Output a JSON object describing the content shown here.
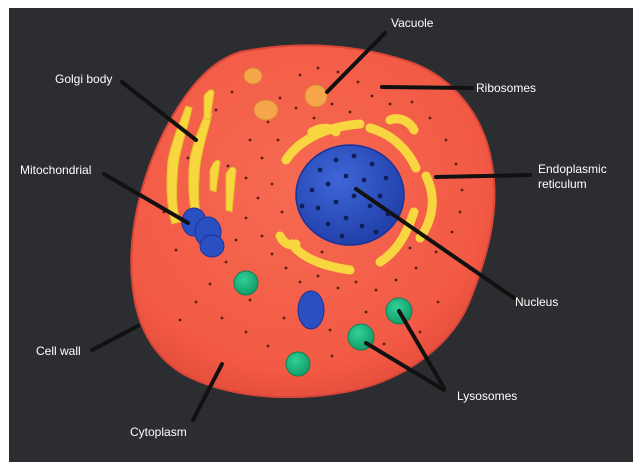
{
  "labels": {
    "vacuole": "Vacuole",
    "golgi_body": "Golgi body",
    "ribosomes": "Ribosomes",
    "mitochondrial": "Mitochondrial",
    "endoplasmic_line1": "Endoplasmic",
    "endoplasmic_line2": "reticulum",
    "nucleus": "Nucleus",
    "cell_wall": "Cell wall",
    "lysosomes": "Lysosomes",
    "cytoplasm": "Cytoplasm"
  },
  "colors": {
    "background": "#2c2d30",
    "cell": "#f25a45",
    "nucleus": "#2a4fc0",
    "golgi_er": "#f7d640",
    "vacuole": "#f5a54a",
    "lysosome": "#1fb07c",
    "leader_line": "#111111",
    "label_text": "#ffffff"
  }
}
